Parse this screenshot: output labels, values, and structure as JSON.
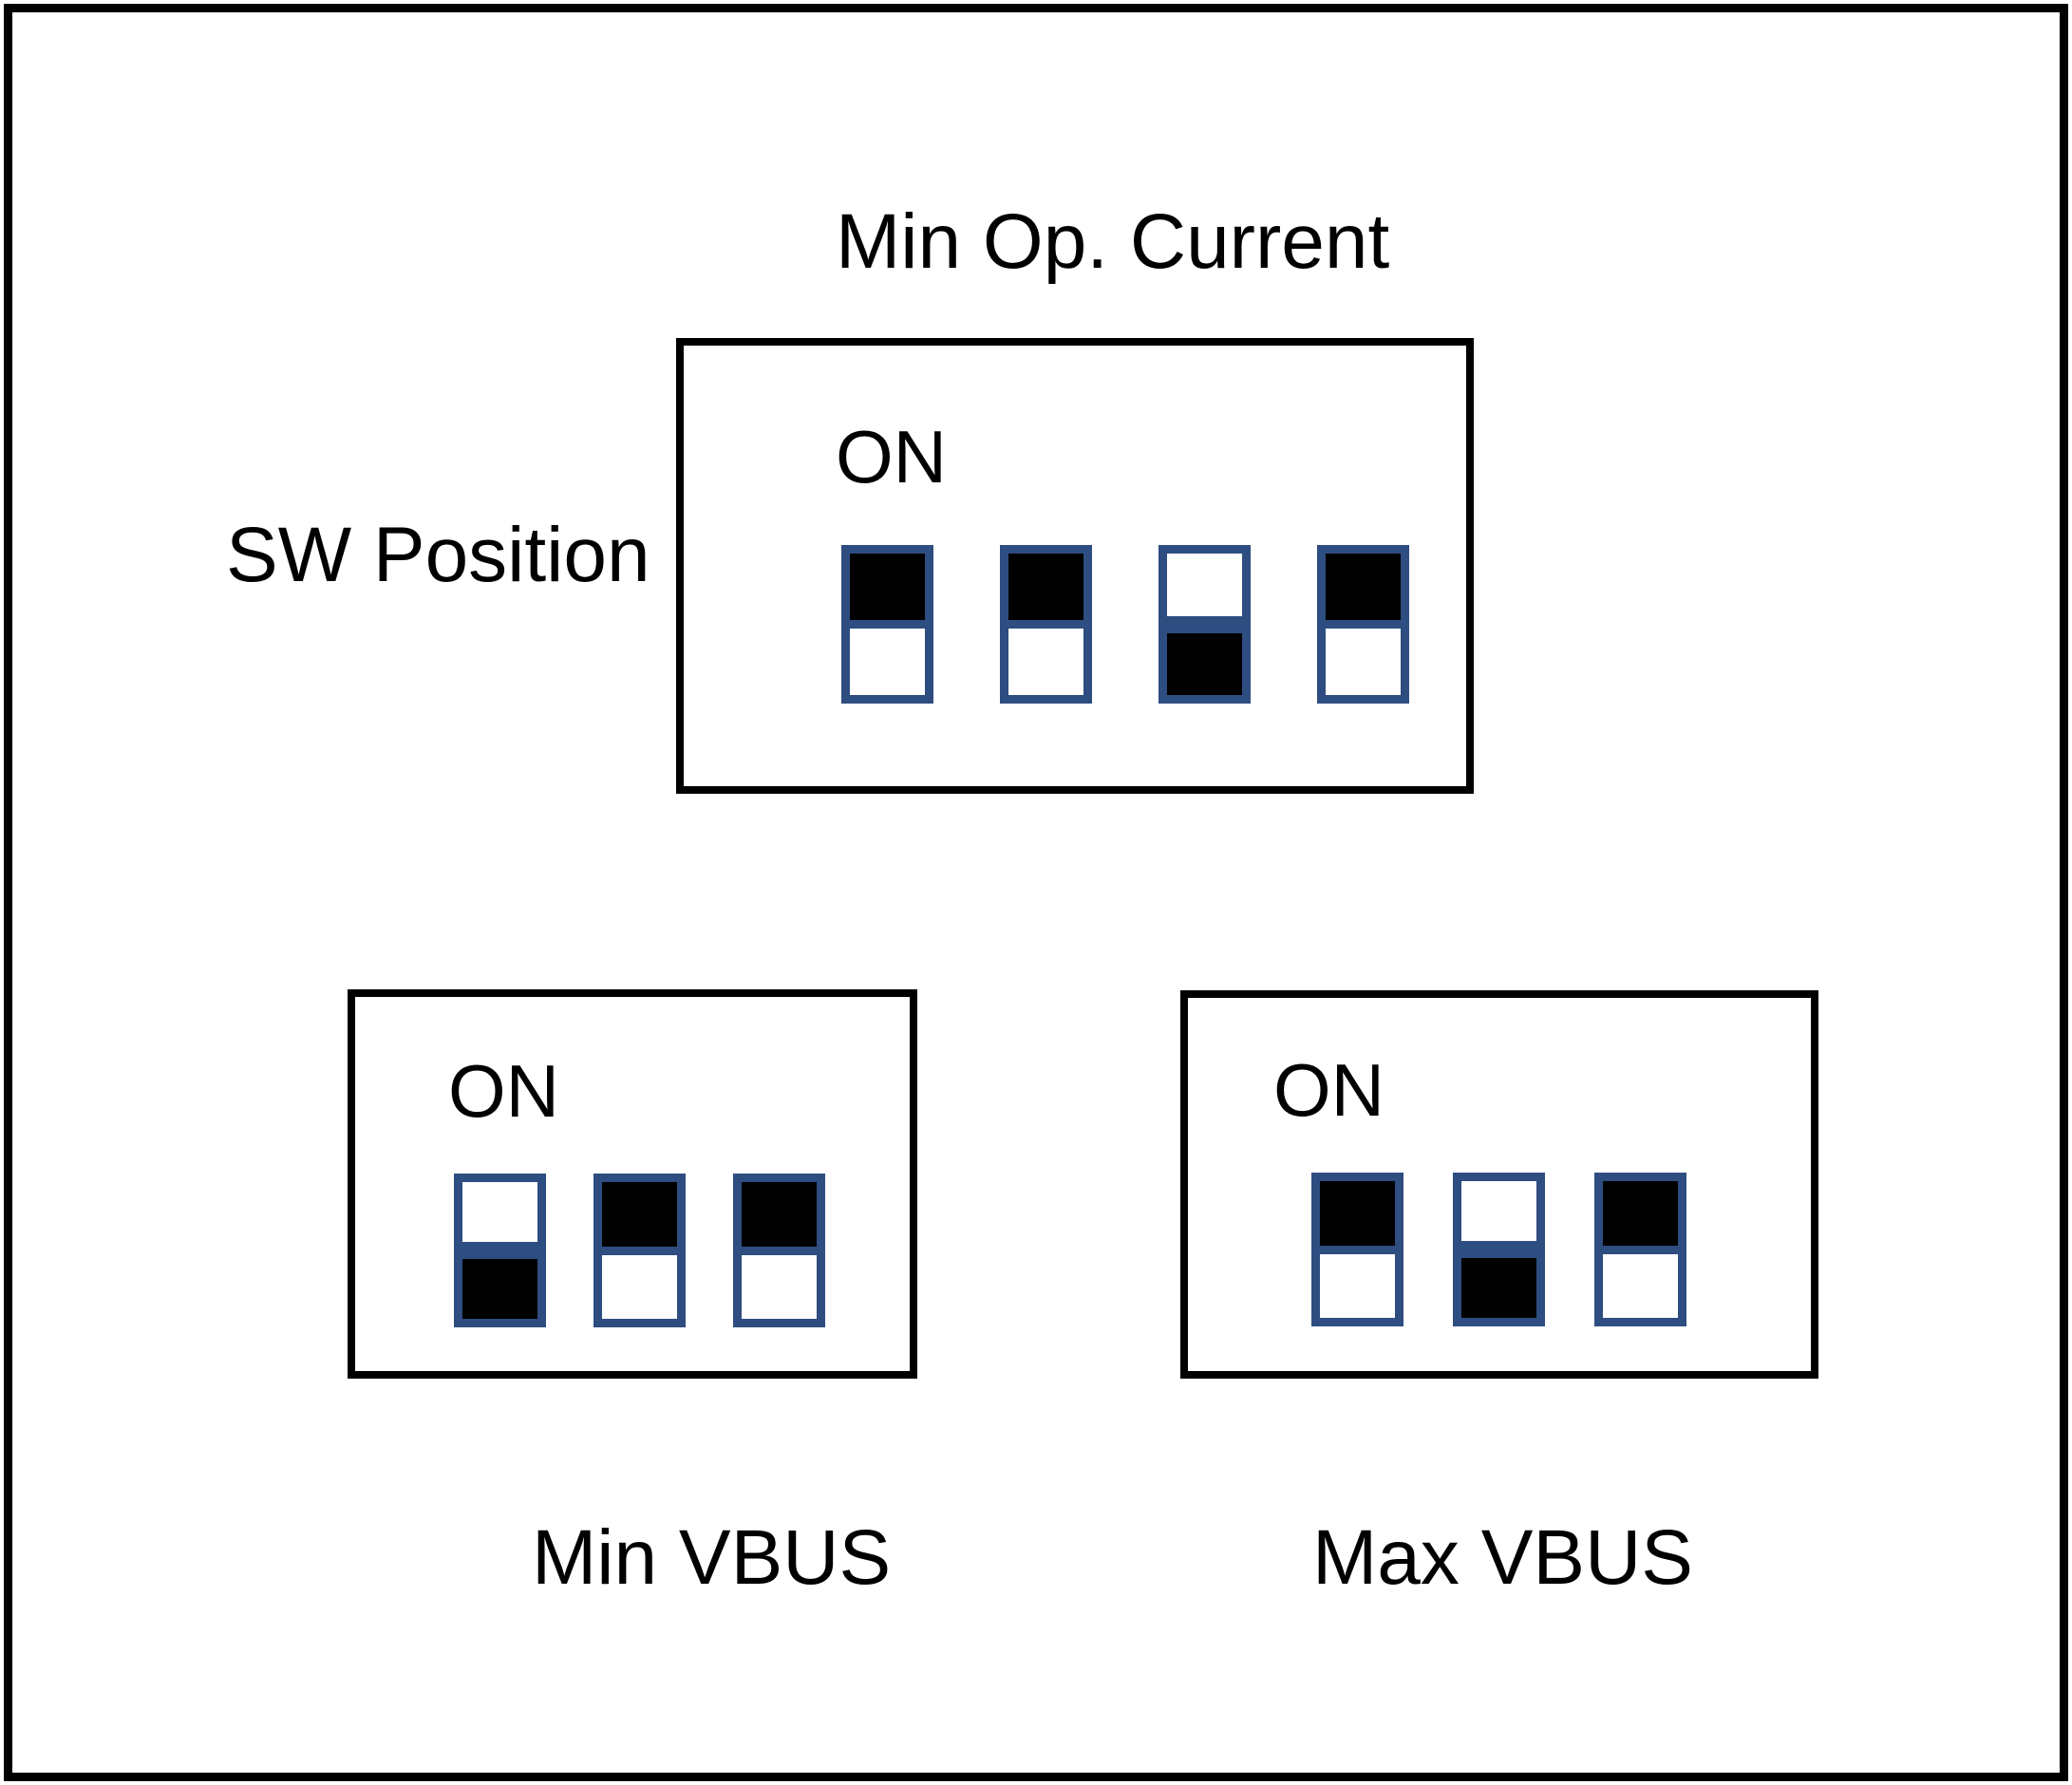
{
  "diagram": {
    "title": "Min Op. Current",
    "row_label": "SW Position",
    "accent_color": "#2E4D80",
    "frame_color": "#000000",
    "banks": [
      {
        "id": "min-op-current",
        "on_label": "ON",
        "caption": "",
        "switch_count": 4,
        "switches": [
          {
            "index": 1,
            "position": "up",
            "top_filled": true,
            "bottom_filled": false
          },
          {
            "index": 2,
            "position": "up",
            "top_filled": true,
            "bottom_filled": false
          },
          {
            "index": 3,
            "position": "down",
            "top_filled": false,
            "bottom_filled": true
          },
          {
            "index": 4,
            "position": "up",
            "top_filled": true,
            "bottom_filled": false
          }
        ]
      },
      {
        "id": "min-vbus",
        "on_label": "ON",
        "caption": "Min VBUS",
        "switch_count": 3,
        "switches": [
          {
            "index": 1,
            "position": "down",
            "top_filled": false,
            "bottom_filled": true
          },
          {
            "index": 2,
            "position": "up",
            "top_filled": true,
            "bottom_filled": false
          },
          {
            "index": 3,
            "position": "up",
            "top_filled": true,
            "bottom_filled": false
          }
        ]
      },
      {
        "id": "max-vbus",
        "on_label": "ON",
        "caption": "Max VBUS",
        "switch_count": 3,
        "switches": [
          {
            "index": 1,
            "position": "up",
            "top_filled": true,
            "bottom_filled": false
          },
          {
            "index": 2,
            "position": "down",
            "top_filled": false,
            "bottom_filled": true
          },
          {
            "index": 3,
            "position": "up",
            "top_filled": true,
            "bottom_filled": false
          }
        ]
      }
    ]
  }
}
